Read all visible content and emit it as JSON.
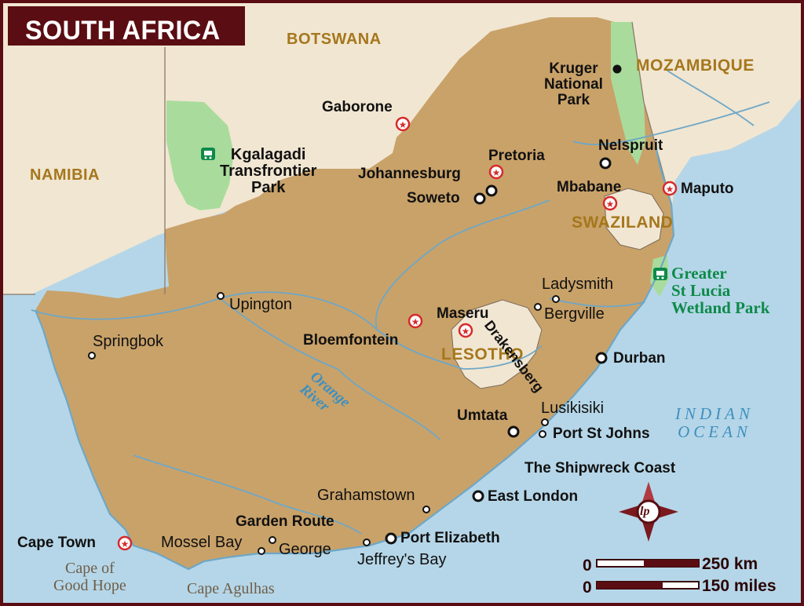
{
  "title": "SOUTH AFRICA",
  "countries": {
    "botswana": "BOTSWANA",
    "namibia": "NAMIBIA",
    "mozambique": "MOZAMBIQUE",
    "swaziland": "SWAZILAND",
    "lesotho": "LESOTHO"
  },
  "capitals": {
    "gaborone": "Gaborone",
    "pretoria": "Pretoria",
    "mbabane": "Mbabane",
    "maputo": "Maputo",
    "maseru": "Maseru",
    "bloemfontein": "Bloemfontein",
    "cape_town": "Cape Town"
  },
  "cities": {
    "kruger_line1": "Kruger",
    "kruger_line2": "National",
    "kruger_line3": "Park",
    "nelspruit": "Nelspruit",
    "johannesburg": "Johannesburg",
    "soweto": "Soweto",
    "durban": "Durban",
    "umtata": "Umtata",
    "port_st_johns": "Port St Johns",
    "east_london": "East London",
    "port_elizabeth": "Port Elizabeth",
    "garden_route": "Garden Route",
    "shipwreck_coast": "The Shipwreck Coast"
  },
  "towns": {
    "upington": "Upington",
    "springbok": "Springbok",
    "ladysmith": "Ladysmith",
    "bergville": "Bergville",
    "lusikisiki": "Lusikisiki",
    "grahamstown": "Grahamstown",
    "mossel_bay": "Mossel Bay",
    "george": "George",
    "jeffreys_bay": "Jeffrey's Bay"
  },
  "parks": {
    "kgalagadi_line1": "Kgalagadi",
    "kgalagadi_line2": "Transfrontier",
    "kgalagadi_line3": "Park",
    "st_lucia_line1": "Greater",
    "st_lucia_line2": "St Lucia",
    "st_lucia_line3": "Wetland Park"
  },
  "features": {
    "drakensberg": "Drakensberg",
    "orange_river_line1": "Orange",
    "orange_river_line2": "River",
    "indian_ocean_line1": "INDIAN",
    "indian_ocean_line2": "OCEAN",
    "cape_of_good_hope_line1": "Cape of",
    "cape_of_good_hope_line2": "Good Hope",
    "cape_agulhas": "Cape Agulhas"
  },
  "scale": {
    "km_zero": "0",
    "km_label": "250 km",
    "miles_zero": "0",
    "miles_label": "150 miles"
  },
  "compass_logo": "lp",
  "colors": {
    "land_sa": "#c9a269",
    "land_neighbor": "#f1e6d2",
    "park_green": "#a9dc9c",
    "ocean": "#b5d6e8",
    "title_bg": "#5a0d12",
    "border": "#5a0d12",
    "country_label": "#a5771c",
    "park_label": "#0e8a4a",
    "water_label": "#3e8fbf",
    "capital_star": "#d62b2b"
  }
}
